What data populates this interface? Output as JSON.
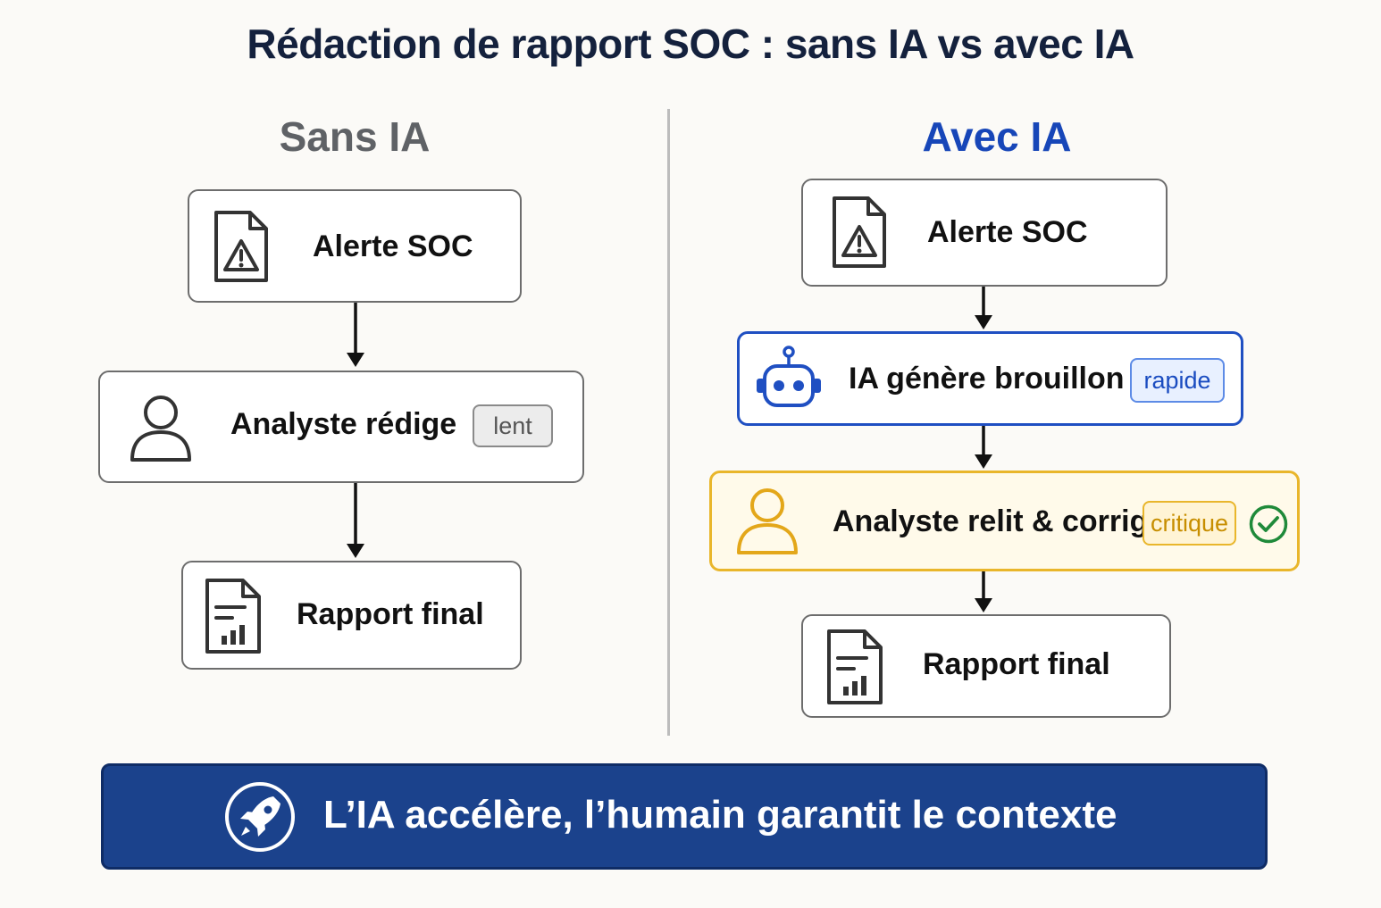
{
  "title": "Rédaction de rapport SOC : sans IA vs avec IA",
  "left": {
    "heading": "Sans IA",
    "steps": [
      {
        "label": "Alerte SOC",
        "icon": "document-warning-icon"
      },
      {
        "label": "Analyste rédige",
        "icon": "user-icon",
        "badge": "lent"
      },
      {
        "label": "Rapport final",
        "icon": "document-chart-icon"
      }
    ]
  },
  "right": {
    "heading": "Avec IA",
    "steps": [
      {
        "label": "Alerte SOC",
        "icon": "document-warning-icon"
      },
      {
        "label": "IA génère brouillon",
        "icon": "robot-icon",
        "badge": "rapide"
      },
      {
        "label": "Analyste relit & corrige",
        "icon": "user-icon",
        "badge": "critique",
        "status_icon": "check-circle-icon"
      },
      {
        "label": "Rapport final",
        "icon": "document-chart-icon"
      }
    ]
  },
  "banner": {
    "text": "L’IA accélère, l’humain garantit le contexte",
    "icon": "rocket-icon"
  },
  "colors": {
    "title": "#14213d",
    "left_heading": "#5f6266",
    "right_heading": "#1746b8",
    "ai_box": "#1f4fc2",
    "review_box": "#e9b62b",
    "check": "#1f8a3a",
    "banner": "#1b428c"
  }
}
